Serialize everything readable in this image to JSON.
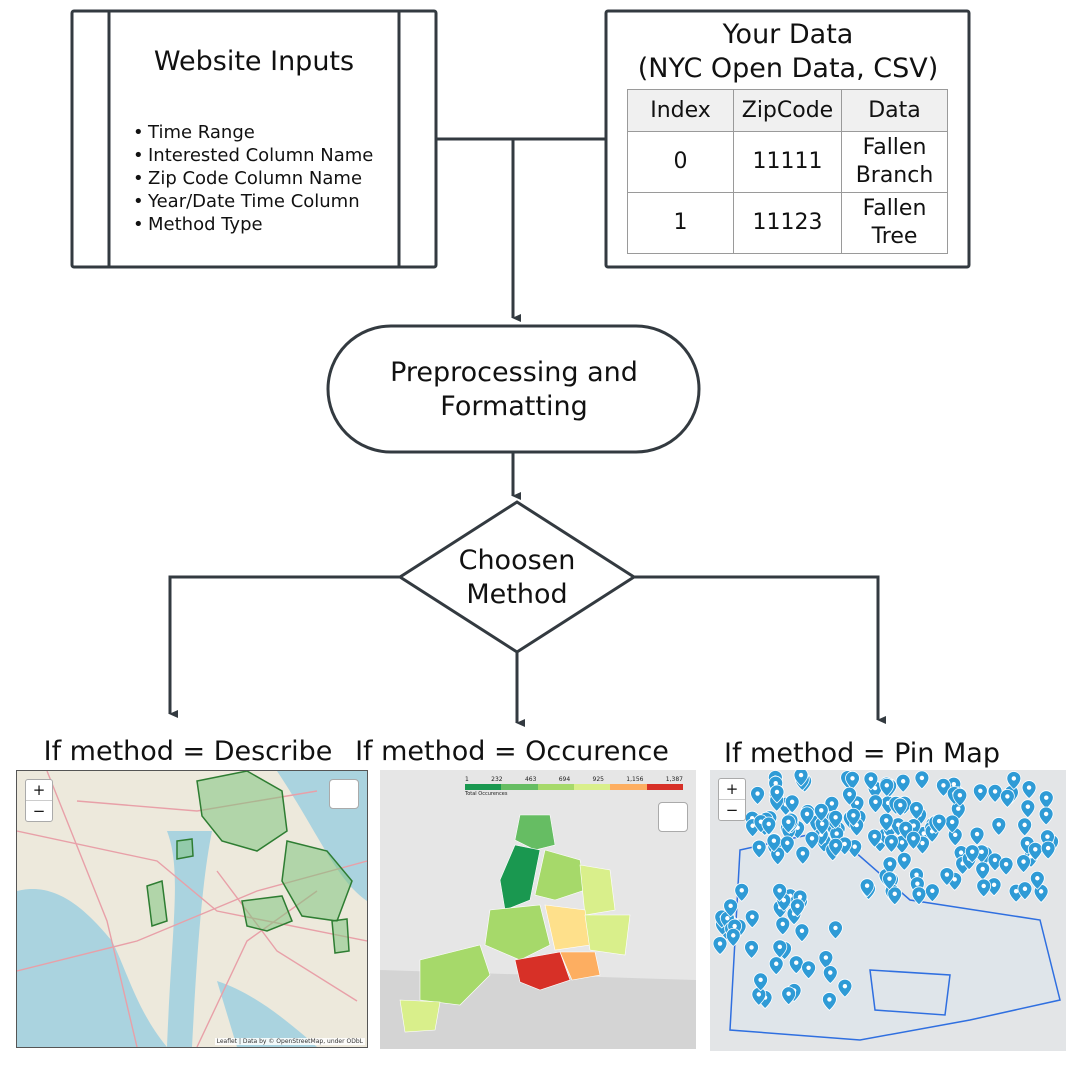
{
  "website_inputs": {
    "title": "Website Inputs",
    "items": [
      "Time Range",
      "Interested Column Name",
      "Zip Code Column Name",
      "Year/Date Time Column",
      "Method Type"
    ]
  },
  "your_data": {
    "title_line1": "Your Data",
    "title_line2": "(NYC Open Data, CSV)",
    "headers": [
      "Index",
      "ZipCode",
      "Data"
    ],
    "rows": [
      {
        "index": "0",
        "zip": "11111",
        "data_line1": "Fallen",
        "data_line2": "Branch"
      },
      {
        "index": "1",
        "zip": "11123",
        "data_line1": "Fallen",
        "data_line2": "Tree"
      }
    ]
  },
  "preprocess": {
    "line1": "Preprocessing and",
    "line2": "Formatting"
  },
  "decision": {
    "line1": "Choosen",
    "line2": "Method"
  },
  "branches": {
    "describe": "If method = Describe",
    "occurence": "If method = Occurence",
    "pinmap": "If method = Pin Map"
  },
  "map_describe": {
    "zoom_in": "+",
    "zoom_out": "−",
    "attribution": "Leaflet | Data by © OpenStreetMap, under ODbL"
  },
  "map_occurence": {
    "legend_ticks": [
      "1",
      "232",
      "463",
      "694",
      "925",
      "1,156",
      "1,387"
    ],
    "legend_caption": "Total Occurences",
    "legend_colors": [
      "#1a9850",
      "#66bd63",
      "#a6d96a",
      "#d9ef8b",
      "#fdae61",
      "#d73027"
    ]
  },
  "map_pin": {
    "zoom_in": "+",
    "zoom_out": "−"
  },
  "colors": {
    "stroke": "#333a40",
    "pin_blue": "#2f9bd6",
    "describe_zone": "#3f9a3f"
  }
}
